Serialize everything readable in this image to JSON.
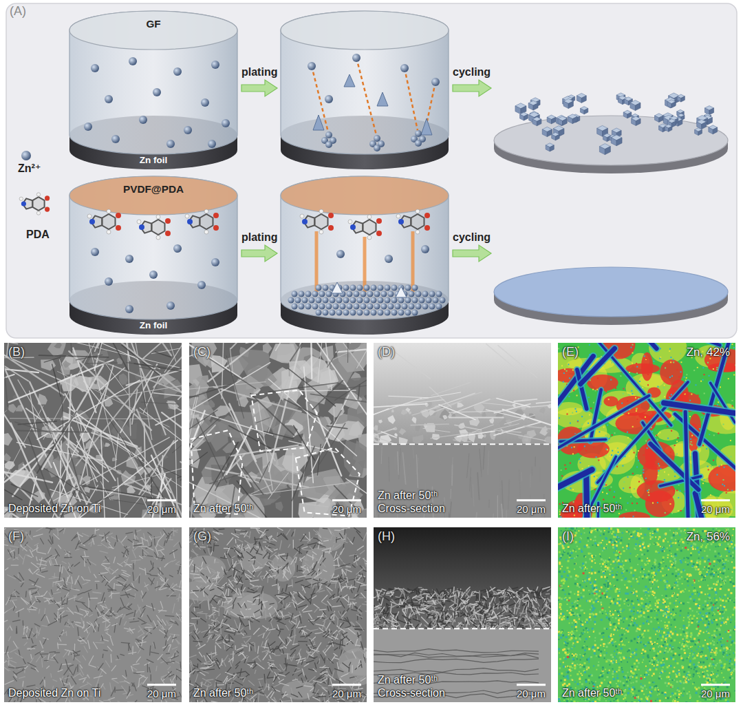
{
  "diagram": {
    "nodes": [
      {
        "text": [
          "(A)"
        ]
      },
      {
        "text": [
          "GF",
          "Zn foil"
        ],
        "in": 0
      },
      {
        "text": [
          "PVDF@PDA",
          "Zn foil"
        ],
        "in": 0
      },
      {
        "text": [
          "(B)",
          "Deposited Zn on Ti",
          "20 μm"
        ]
      },
      {
        "text": [
          "(C)",
          "Zn after 50ᵗʰ",
          "20 μm"
        ]
      },
      {
        "text": [
          "(D)",
          "Zn after 50ᵗʰ Cross-section",
          "20 μm"
        ]
      },
      {
        "text": [
          "(E)",
          "Zn, 42%",
          "Zn after 50ᵗʰ",
          "20 μm"
        ]
      },
      {
        "text": [
          "(F)",
          "Deposited Zn on Ti",
          "20 μm"
        ]
      },
      {
        "text": [
          "(G)",
          "Zn after 50ᵗʰ",
          "20 μm"
        ]
      },
      {
        "text": [
          "(H)",
          "Zn after 50ᵗʰ Cross-section",
          "20 μm"
        ]
      },
      {
        "text": [
          "(I)",
          "Zn, 56%",
          "Zn after 50ᵗʰ",
          "20 μm"
        ]
      }
    ],
    "labels": [
      "plating",
      "cycling",
      "Zn²⁺",
      "PDA",
      "plating",
      "cycling"
    ]
  }
}
